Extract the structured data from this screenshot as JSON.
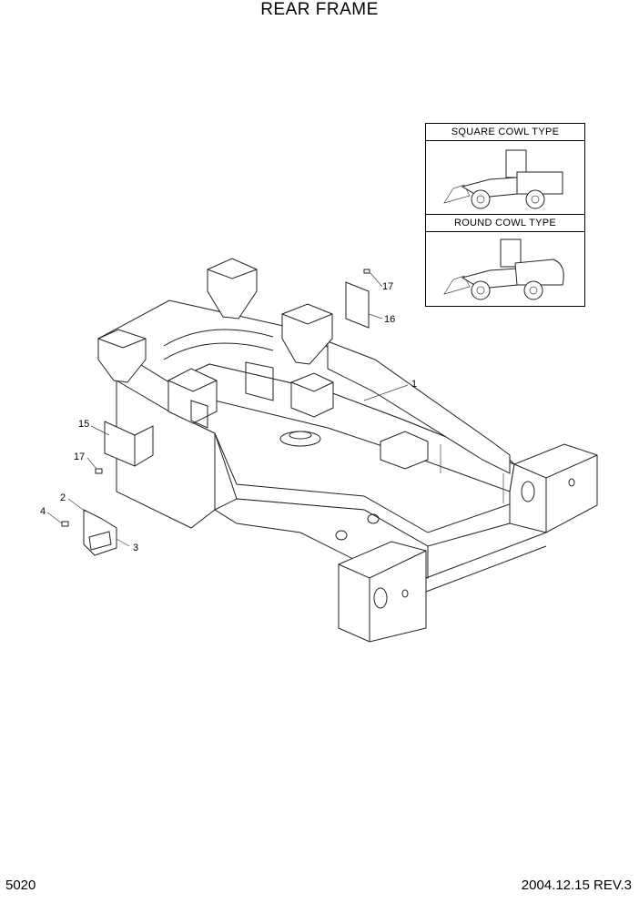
{
  "title": "REAR FRAME",
  "page_number": "5020",
  "revision": "2004.12.15  REV.3",
  "inset": {
    "variant_1": "SQUARE COWL TYPE",
    "variant_2": "ROUND COWL TYPE"
  },
  "callouts": {
    "c1": "1",
    "c2": "2",
    "c3": "3",
    "c4": "4",
    "c15": "15",
    "c16": "16",
    "c17a": "17",
    "c17b": "17"
  }
}
